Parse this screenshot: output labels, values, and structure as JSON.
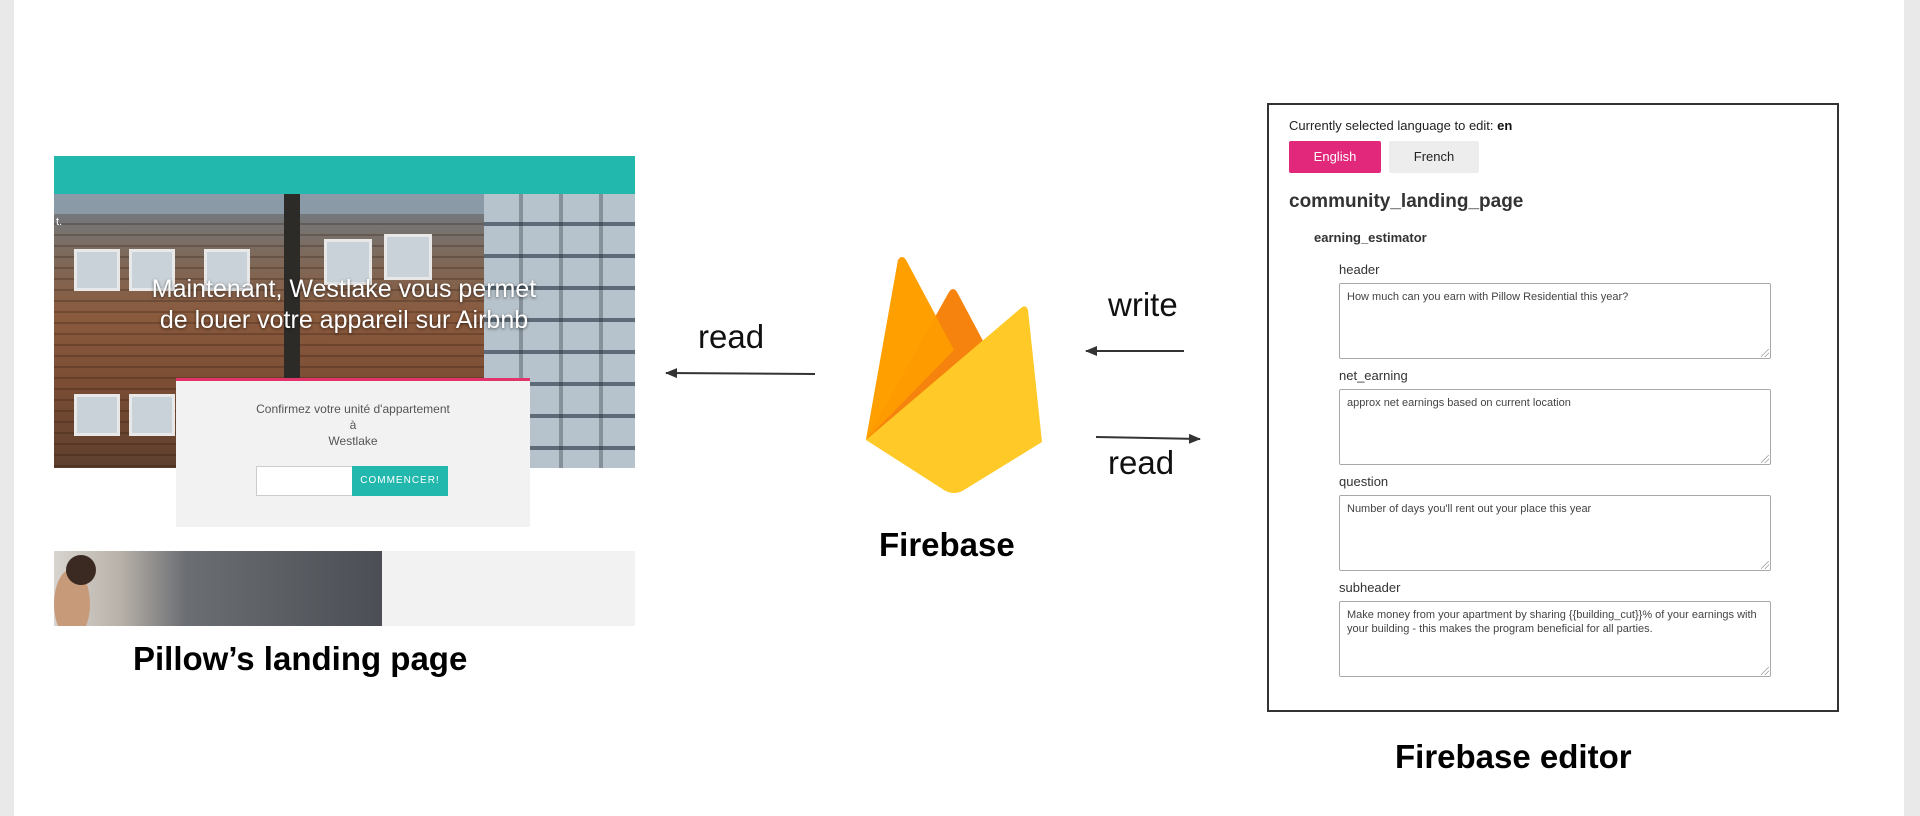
{
  "landing_page": {
    "hero_text": "Maintenant, Westlake vous permet de louer votre appareil sur Airbnb",
    "edge_fragment": "t.",
    "confirm_line1": "Confirmez votre unité d'appartement",
    "confirm_line2": "à",
    "confirm_line3": "Westlake",
    "cta_label": "COMMENCER!",
    "caption": "Pillow’s landing page"
  },
  "firebase": {
    "caption": "Firebase",
    "icon": "firebase-flame-icon",
    "colors": {
      "amber": "#FFA000",
      "orange": "#F57C00",
      "yellow": "#FFCA28"
    }
  },
  "edges": {
    "firebase_to_landing": "read",
    "editor_to_firebase": "write",
    "firebase_to_editor": "read"
  },
  "editor": {
    "lang_prefix": "Currently selected language to edit:",
    "lang_value": "en",
    "btn_english": "English",
    "btn_french": "French",
    "section": "community_landing_page",
    "subsection": "earning_estimator",
    "fields": [
      {
        "label": "header",
        "value": "How much can you earn with Pillow Residential this year?"
      },
      {
        "label": "net_earning",
        "value": "approx net earnings based on current location"
      },
      {
        "label": "question",
        "value": "Number of days you'll rent out your place this year"
      },
      {
        "label": "subheader",
        "value": "Make money from your apartment by sharing {{building_cut}}% of your earnings with your building - this makes the program beneficial for all parties."
      }
    ],
    "caption": "Firebase editor",
    "accent": "#E2287A"
  }
}
